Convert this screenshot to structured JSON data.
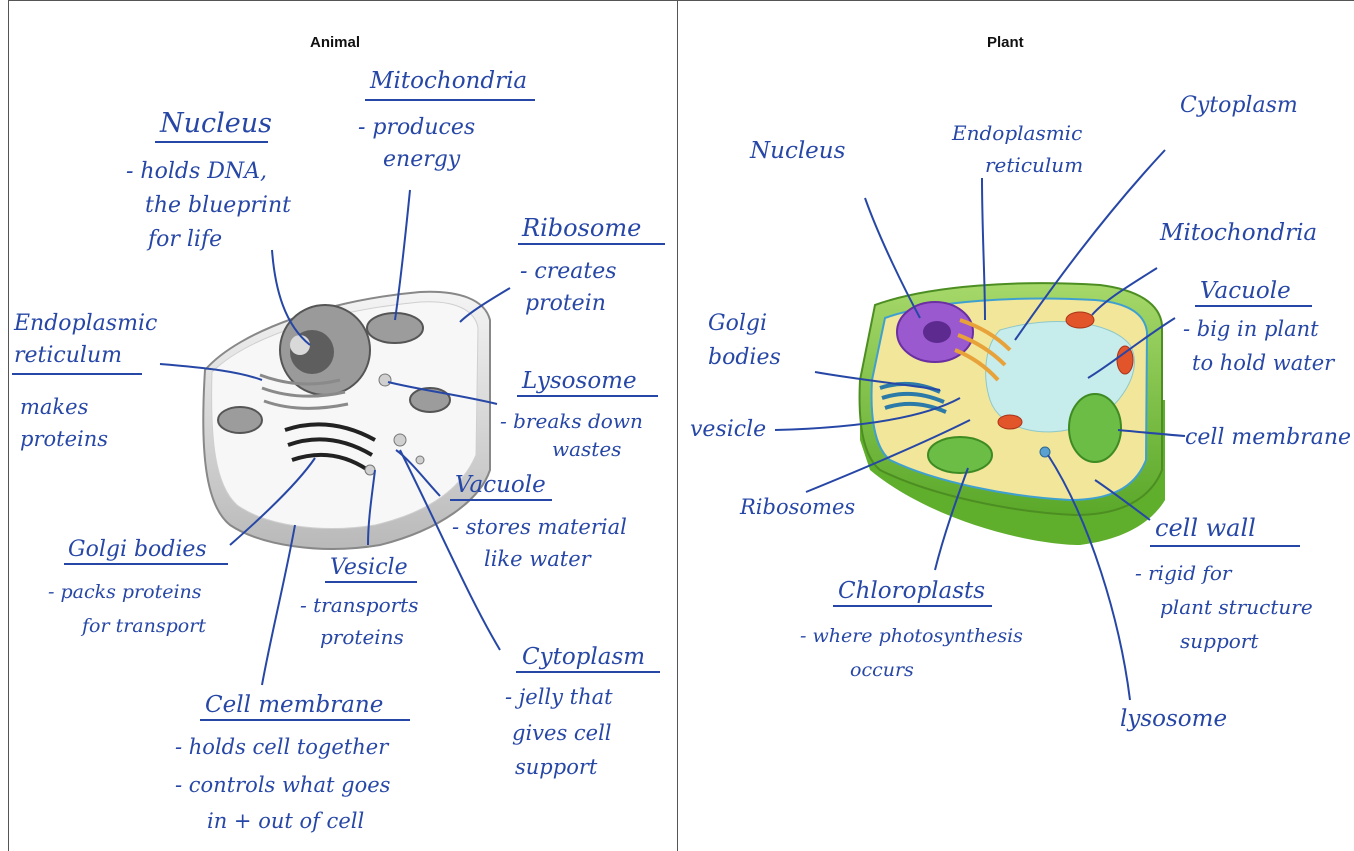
{
  "animal": {
    "title": "Animal",
    "labels": {
      "nucleus": {
        "title": "Nucleus",
        "desc": [
          "- holds DNA,",
          "the blueprint",
          "for life"
        ]
      },
      "mitochondria": {
        "title": "Mitochondria",
        "desc": [
          "- produces",
          "energy"
        ]
      },
      "ribosome": {
        "title": "Ribosome",
        "desc": [
          "- creates",
          "protein"
        ]
      },
      "er": {
        "title": [
          "Endoplasmic",
          "reticulum"
        ],
        "desc": [
          "makes",
          "proteins"
        ]
      },
      "lysosome": {
        "title": "Lysosome",
        "desc": [
          "- breaks down",
          "wastes"
        ]
      },
      "vacuole": {
        "title": "Vacuole",
        "desc": [
          "- stores material",
          "like water"
        ]
      },
      "golgi": {
        "title": "Golgi bodies",
        "desc": [
          "- packs proteins",
          "for transport"
        ]
      },
      "vesicle": {
        "title": "Vesicle",
        "desc": [
          "- transports",
          "proteins"
        ]
      },
      "cytoplasm": {
        "title": "Cytoplasm",
        "desc": [
          "- jelly that",
          "gives cell",
          "support"
        ]
      },
      "membrane": {
        "title": "Cell membrane",
        "desc": [
          "- holds cell together",
          "- controls what goes",
          "in + out of cell"
        ]
      }
    }
  },
  "plant": {
    "title": "Plant",
    "labels": {
      "nucleus": "Nucleus",
      "er": [
        "Endoplasmic",
        "reticulum"
      ],
      "cytoplasm": "Cytoplasm",
      "mitochondria": "Mitochondria",
      "vacuole": {
        "title": "Vacuole",
        "desc": [
          "- big in plant",
          "to hold water"
        ]
      },
      "golgi": [
        "Golgi",
        "bodies"
      ],
      "vesicle": "vesicle",
      "membrane": "cell membrane",
      "ribosomes": "Ribosomes",
      "wall": {
        "title": "cell wall",
        "desc": [
          "- rigid for",
          "plant structure",
          "support"
        ]
      },
      "chloroplasts": {
        "title": "Chloroplasts",
        "desc": [
          "- where photosynthesis",
          "occurs"
        ]
      },
      "lysosome": "lysosome"
    }
  },
  "colors": {
    "ink": "#2747a6",
    "wall": "#7cc242",
    "nucleus": "#9b59d0",
    "golgi": "#e8a23a",
    "mito": "#e2552a"
  }
}
